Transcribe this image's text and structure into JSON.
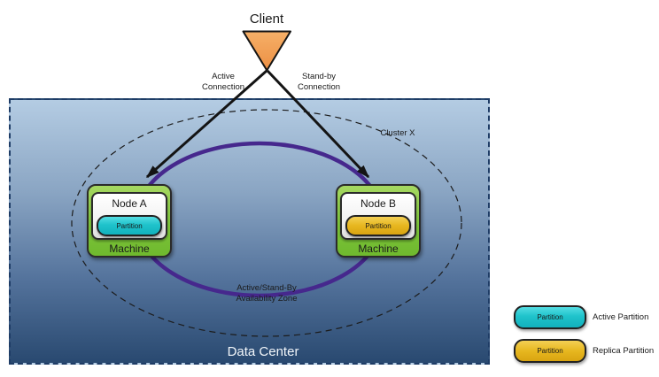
{
  "client": {
    "label": "Client"
  },
  "connections": {
    "active": "Active\nConnection",
    "standby": "Stand-by\nConnection"
  },
  "cluster": {
    "label": "Cluster X"
  },
  "availability_zone": {
    "label": "Active/Stand-By\nAvailability Zone"
  },
  "data_center": {
    "label": "Data Center"
  },
  "nodes": [
    {
      "title": "Node A",
      "partition_label": "Partition",
      "machine_label": "Machine",
      "partition_type": "active"
    },
    {
      "title": "Node B",
      "partition_label": "Partition",
      "machine_label": "Machine",
      "partition_type": "replica"
    }
  ],
  "legend": [
    {
      "box_label": "Partition",
      "description": "Active Partition",
      "color": "#1fc3cb"
    },
    {
      "box_label": "Partition",
      "description": "Replica Partition",
      "color": "#e7b71f"
    }
  ],
  "colors": {
    "active_partition": "#1fc3cb",
    "replica_partition": "#e7b71f",
    "node_green": "#7cc43a",
    "client_orange": "#f09d55",
    "availability_ellipse": "#46288d",
    "data_center_top": "#b4cce3",
    "data_center_bottom": "#294970"
  }
}
